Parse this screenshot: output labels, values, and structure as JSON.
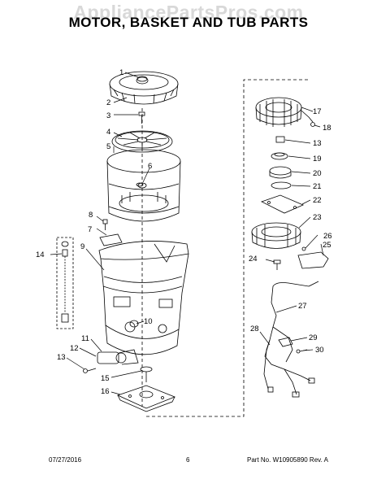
{
  "watermark": "AppliancePartsPros.com",
  "title": "MOTOR, BASKET AND TUB PARTS",
  "footer": {
    "date": "07/27/2016",
    "page": "6",
    "part_no": "Part No.  W10905890  Rev.  A"
  },
  "callouts": [
    "1",
    "2",
    "3",
    "4",
    "5",
    "6",
    "7",
    "8",
    "9",
    "10",
    "11",
    "12",
    "13",
    "14",
    "15",
    "16",
    "17",
    "18",
    "19",
    "20",
    "21",
    "22",
    "23",
    "24",
    "25",
    "26",
    "27",
    "28",
    "29",
    "30"
  ]
}
